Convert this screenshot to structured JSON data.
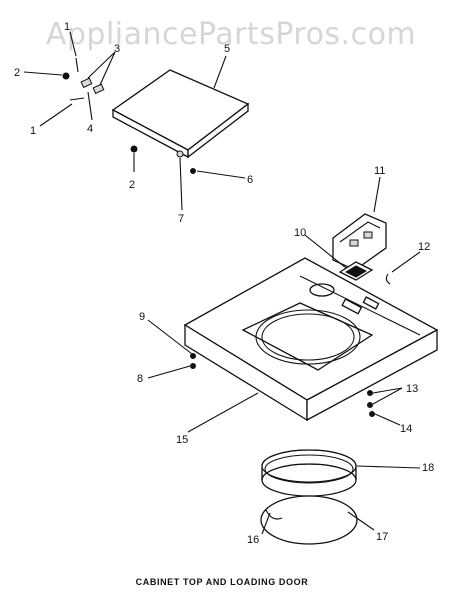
{
  "watermark": "AppliancePartsPros.com",
  "caption": "CABINET TOP AND LOADING DOOR",
  "callouts": {
    "c1a": "1",
    "c1b": "1",
    "c2a": "2",
    "c2b": "2",
    "c3": "3",
    "c4": "4",
    "c5": "5",
    "c6": "6",
    "c7": "7",
    "c8": "8",
    "c9": "9",
    "c10": "10",
    "c11": "11",
    "c12": "12",
    "c13": "13",
    "c14": "14",
    "c15": "15",
    "c16": "16",
    "c17": "17",
    "c18": "18"
  }
}
